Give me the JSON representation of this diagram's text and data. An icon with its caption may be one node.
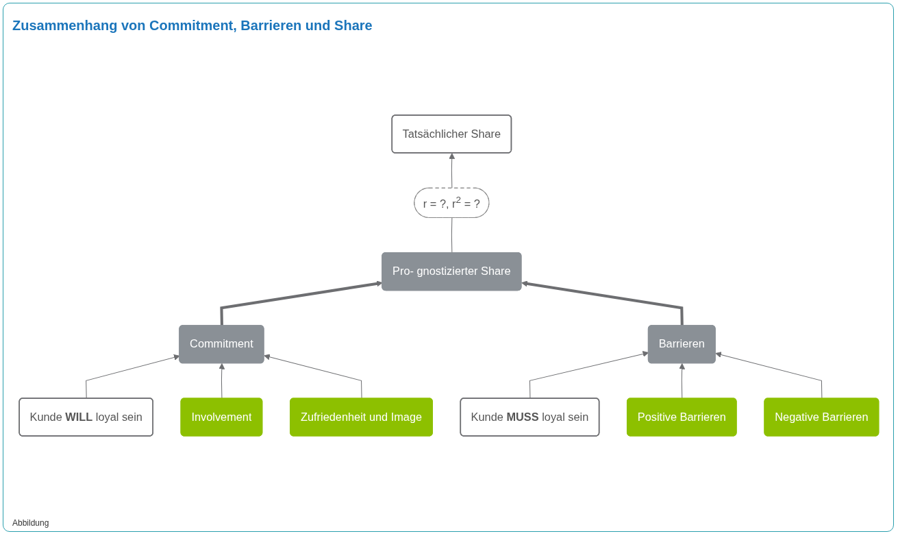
{
  "diagram": {
    "title": "Zusammenhang von Commitment, Barrieren und Share",
    "nodes": [
      {
        "text": [
          "Tatsächlicher Share"
        ]
      },
      {
        "text": [
          "r = ?, r$^{2}$ = ?"
        ]
      },
      {
        "text": [
          "Kunde **WILL** loyal sein"
        ]
      },
      {
        "text": [
          "Kunde **MUSS** loyal sein"
        ]
      },
      {
        "text": [
          "Pro- gnostizierter Share"
        ]
      },
      {
        "text": [
          "Commitment"
        ]
      },
      {
        "text": [
          "Involvement"
        ]
      },
      {
        "text": [
          "Positive Barrieren"
        ]
      },
      {
        "text": [
          "Barrieren"
        ]
      },
      {
        "text": [
          "Zufriedenheit und Image"
        ]
      },
      {
        "text": [
          "Negative Barrieren"
        ]
      }
    ],
    "edges": [
      {
        "from": 1,
        "to": 0,
        "arrow": "to"
      },
      {
        "from": 4,
        "to": 1,
        "arrow": "none"
      },
      {
        "from": 2,
        "to": 5,
        "arrow": "to"
      },
      {
        "from": 3,
        "to": 8,
        "arrow": "to"
      },
      {
        "from": 5,
        "to": 4,
        "arrow": "to",
        "style": "thick"
      },
      {
        "from": 8,
        "to": 4,
        "arrow": "to",
        "style": "thick"
      },
      {
        "from": 6,
        "to": 5,
        "arrow": "to"
      },
      {
        "from": 9,
        "to": 5,
        "arrow": "to"
      },
      {
        "from": 7,
        "to": 8,
        "arrow": "to"
      },
      {
        "from": 10,
        "to": 8,
        "arrow": "to"
      }
    ],
    "labels": [
      "Abbildung"
    ]
  }
}
